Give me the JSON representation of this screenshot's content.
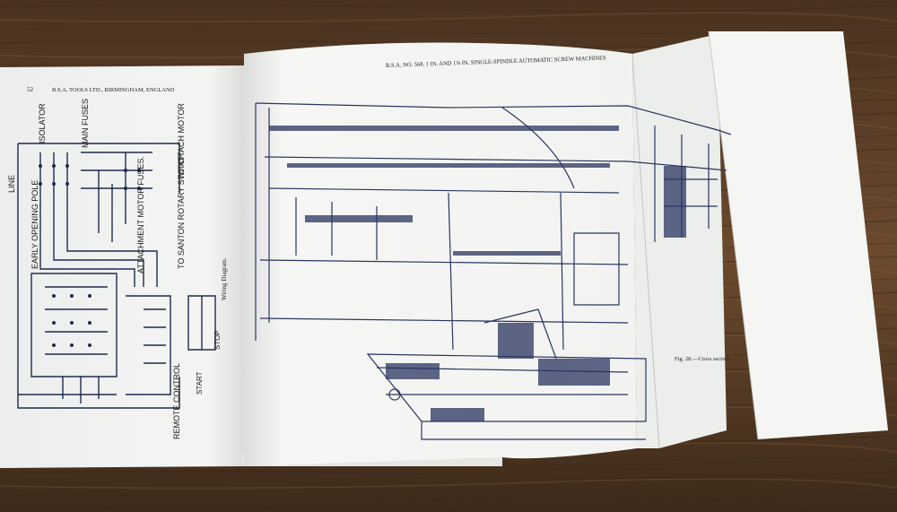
{
  "left_page": {
    "page_number": "52",
    "header": "B.S.A. TOOLS LTD., BIRMINGHAM, ENGLAND",
    "caption": "Wiring Diagram.",
    "labels": {
      "line": "LINE",
      "isolator": "ISOLATOR",
      "main_fuses": "MAIN FUSES",
      "early_opening_pole": "EARLY OPENING POLE",
      "attachment_motor_fuses": "ATTACHMENT MOTOR FUSES.",
      "to_attach_motor": "TO ATTACH MOTOR",
      "to_santon_rotary_switch": "TO SANTON ROTARY SWITCH.",
      "start": "START",
      "stop": "STOP",
      "remote_control": "REMOTE CONTROL"
    }
  },
  "right_page": {
    "header": "B.S.A. NO. 568, 1 IN. AND 1⅝ IN. SINGLE-SPINDLE AUTOMATIC SCREW MACHINES",
    "caption": "Fig. 28.—Cross section"
  },
  "colors": {
    "wood": "#6b4a2e",
    "paper": "#f7f7f4",
    "ink": "#24305a"
  }
}
